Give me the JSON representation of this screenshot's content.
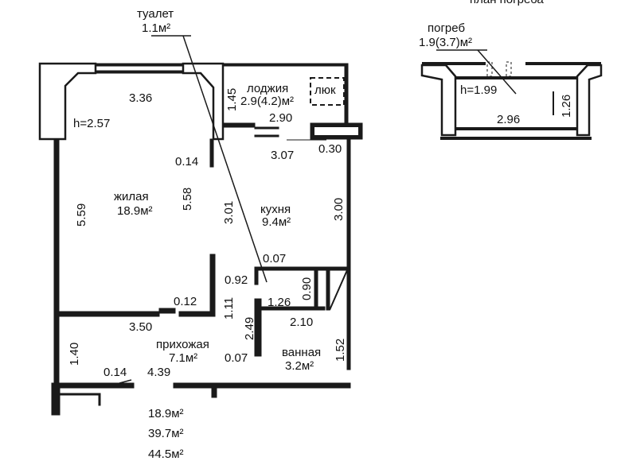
{
  "header_fragment": "план погреба",
  "rooms": {
    "toilet_name": "туалет",
    "toilet_area": "1.1м²",
    "loggia_name": "лоджия",
    "loggia_area": "2.9(4.2)м²",
    "hatch": "люк",
    "cellar_name": "погреб",
    "cellar_area": "1.9(3.7)м²",
    "living_name": "жилая",
    "living_area": "18.9м²",
    "kitchen_name": "кухня",
    "kitchen_area": "9.4м²",
    "hall_name": "прихожая",
    "hall_area": "7.1м²",
    "bath_name": "ванная",
    "bath_area": "3.2м²"
  },
  "heights": {
    "ceiling": "h=2.57",
    "cellar": "h=1.99"
  },
  "dimensions": {
    "d_336": "3.36",
    "d_145": "1.45",
    "d_290": "2.90",
    "d_307": "3.07",
    "d_030": "0.30",
    "d_014_top": "0.14",
    "d_559": "5.59",
    "d_558": "5.58",
    "d_301": "3.01",
    "d_300": "3.00",
    "d_007_top": "0.07",
    "d_092": "0.92",
    "d_090": "0.90",
    "d_012": "0.12",
    "d_111": "1.11",
    "d_126": "1.26",
    "d_249": "2.49",
    "d_210": "2.10",
    "d_350": "3.50",
    "d_140": "1.40",
    "d_007_bottom": "0.07",
    "d_152": "1.52",
    "d_014_bottom": "0.14",
    "d_439": "4.39",
    "cellar_126": "1.26",
    "cellar_296": "2.96"
  },
  "totals": {
    "living": "18.9м²",
    "total": "39.7м²",
    "total_with_loggia": "44.5м²"
  },
  "colors": {
    "wall": "#1a1a1a",
    "background": "#ffffff"
  }
}
